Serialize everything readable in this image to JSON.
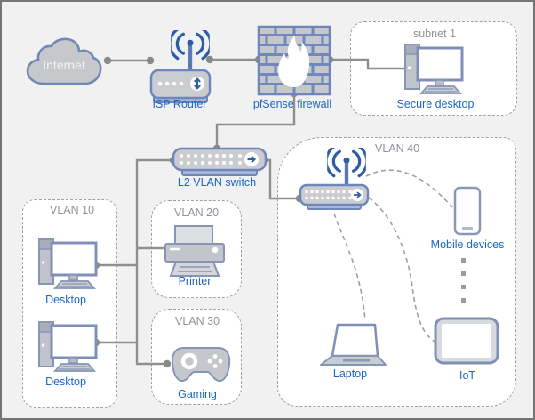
{
  "colors": {
    "bg": "#f1f1f2",
    "frame": "#757575",
    "zone_border": "#9aa0a8",
    "zone_label_gray": "#8f9398",
    "label_blue": "#1a66c4",
    "line_gray": "#8f8f8f",
    "icon_stroke_blue": "#6d87bd",
    "icon_fill_gray": "#cbccd0",
    "icon_dark_blue": "#2e5da8"
  },
  "zones": {
    "subnet1": {
      "label": "subnet 1"
    },
    "vlan10": {
      "label": "VLAN 10"
    },
    "vlan20": {
      "label": "VLAN 20"
    },
    "vlan30": {
      "label": "VLAN 30"
    },
    "vlan40": {
      "label": "VLAN 40"
    }
  },
  "nodes": {
    "internet": {
      "label": "Internet"
    },
    "isp_router": {
      "label": "ISP Router"
    },
    "firewall": {
      "label": "pfSense firewall"
    },
    "switch": {
      "label": "L2 VLAN switch"
    },
    "secure_desktop": {
      "label": "Secure desktop"
    },
    "desktop1": {
      "label": "Desktop"
    },
    "desktop2": {
      "label": "Desktop"
    },
    "printer": {
      "label": "Printer"
    },
    "gaming": {
      "label": "Gaming"
    },
    "mobile": {
      "label": "Mobile devices"
    },
    "laptop": {
      "label": "Laptop"
    },
    "iot": {
      "label": "IoT"
    }
  }
}
